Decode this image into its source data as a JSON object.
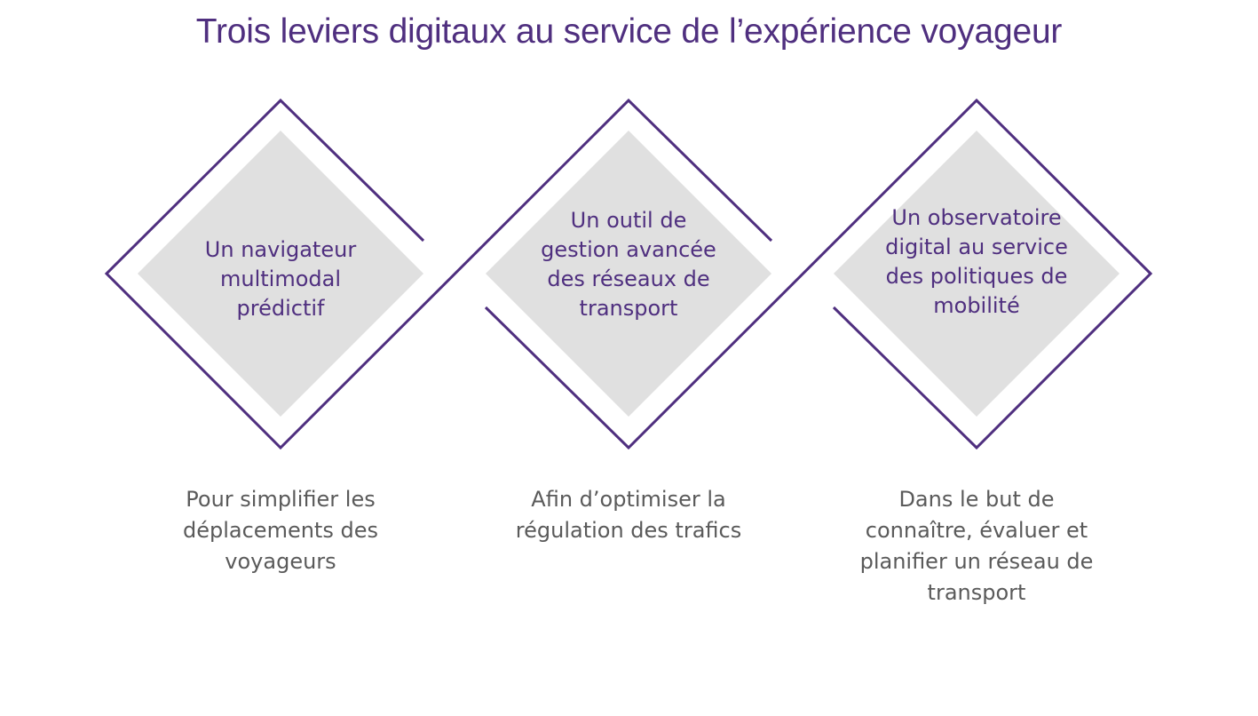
{
  "title": "Trois leviers digitaux au service de l’expérience voyageur",
  "colors": {
    "accent": "#4f2f7f",
    "diamond_fill": "#e0e0e0",
    "description_text": "#5a5a5a"
  },
  "levers": [
    {
      "label": "Un navigateur multimodal prédictif",
      "description": "Pour simplifier les déplacements des voyageurs"
    },
    {
      "label": "Un outil de gestion avancée des réseaux de transport",
      "description": "Afin d’optimiser la régulation des trafics"
    },
    {
      "label": "Un observatoire digital au service des politiques de mobilité",
      "description": "Dans le but de connaître, évaluer et planifier un réseau de transport"
    }
  ]
}
